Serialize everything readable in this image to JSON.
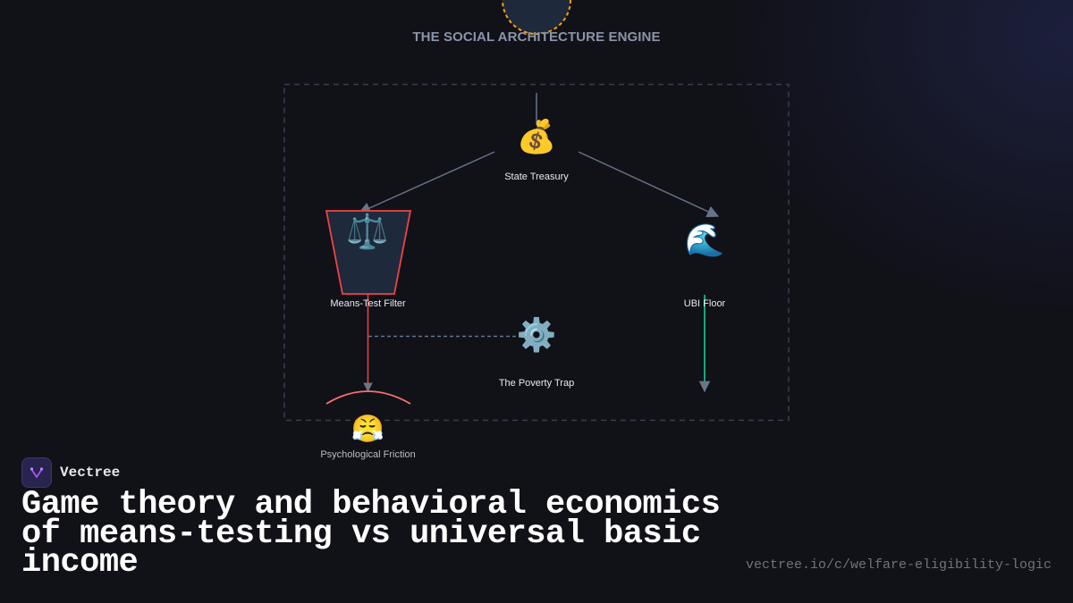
{
  "diagram": {
    "title": "THE SOCIAL ARCHITECTURE ENGINE",
    "nodes": {
      "treasury": {
        "label": "State Treasury",
        "icon": "💰",
        "icon_name": "money-bag-icon"
      },
      "means_test": {
        "label": "Means-Test Filter",
        "icon": "⚖️",
        "icon_name": "balance-scale-icon"
      },
      "ubi": {
        "label": "UBI Floor",
        "icon": "🌊",
        "icon_name": "wave-icon"
      },
      "poverty_trap": {
        "label": "The Poverty Trap",
        "icon": "⚙️",
        "icon_name": "gear-icon"
      },
      "friction": {
        "label": "Psychological Friction",
        "icon": "😤",
        "icon_name": "steaming-face-icon"
      }
    },
    "edges": [
      {
        "from": "top-circle",
        "to": "treasury",
        "style": "solid",
        "color": "#64748b"
      },
      {
        "from": "treasury",
        "to": "means_test",
        "style": "solid",
        "color": "#64748b"
      },
      {
        "from": "treasury",
        "to": "ubi",
        "style": "solid",
        "color": "#64748b"
      },
      {
        "from": "means_test",
        "to": "friction",
        "style": "solid",
        "color": "#ef4444"
      },
      {
        "from": "ubi",
        "to": "bottom",
        "style": "solid",
        "color": "#10b981"
      },
      {
        "from": "means_test",
        "to": "poverty_trap",
        "style": "dashed",
        "color": "#64748b"
      }
    ],
    "colors": {
      "background": "#111118",
      "frame": "#334155",
      "node_fill": "#1e293b",
      "accent_orange": "#f59e0b",
      "accent_red": "#ef4444",
      "accent_green": "#10b981",
      "arrow": "#64748b"
    }
  },
  "brand": {
    "name": "Vectree"
  },
  "headline": "Game theory and behavioral economics of means-testing vs universal basic income",
  "url": "vectree.io/c/welfare-eligibility-logic"
}
